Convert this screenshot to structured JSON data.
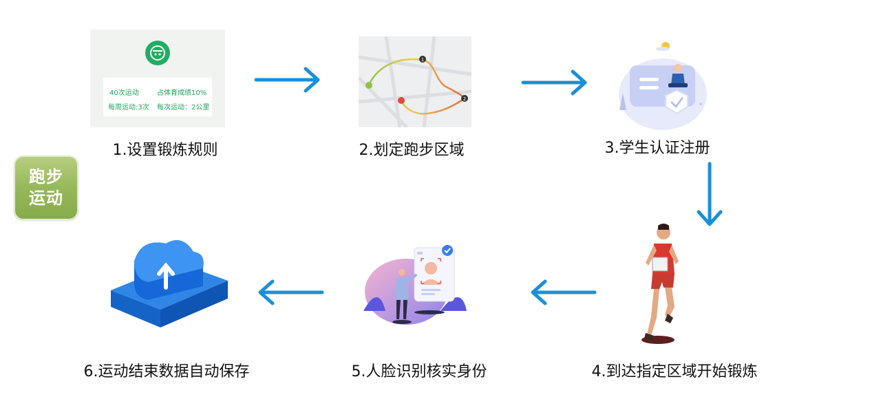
{
  "badge": {
    "line1": "跑步",
    "line2": "运动"
  },
  "steps": [
    {
      "label": "1.设置锻炼规则"
    },
    {
      "label": "2.划定跑步区域"
    },
    {
      "label": "3.学生认证注册"
    },
    {
      "label": "4.到达指定区域开始锻炼"
    },
    {
      "label": "5.人脸识别核实身份"
    },
    {
      "label": "6.运动结束数据自动保存"
    }
  ],
  "rules_card": {
    "rule1": "40次运动",
    "rule2": "占体育成绩10%",
    "rule3": "每周运动:3次",
    "rule4": "每次运动：2公里"
  },
  "map_markers": [
    "1",
    "2"
  ],
  "colors": {
    "arrow": "#1b8fd8",
    "badge_green": "#97b85a",
    "rules_green": "#21a35c"
  }
}
